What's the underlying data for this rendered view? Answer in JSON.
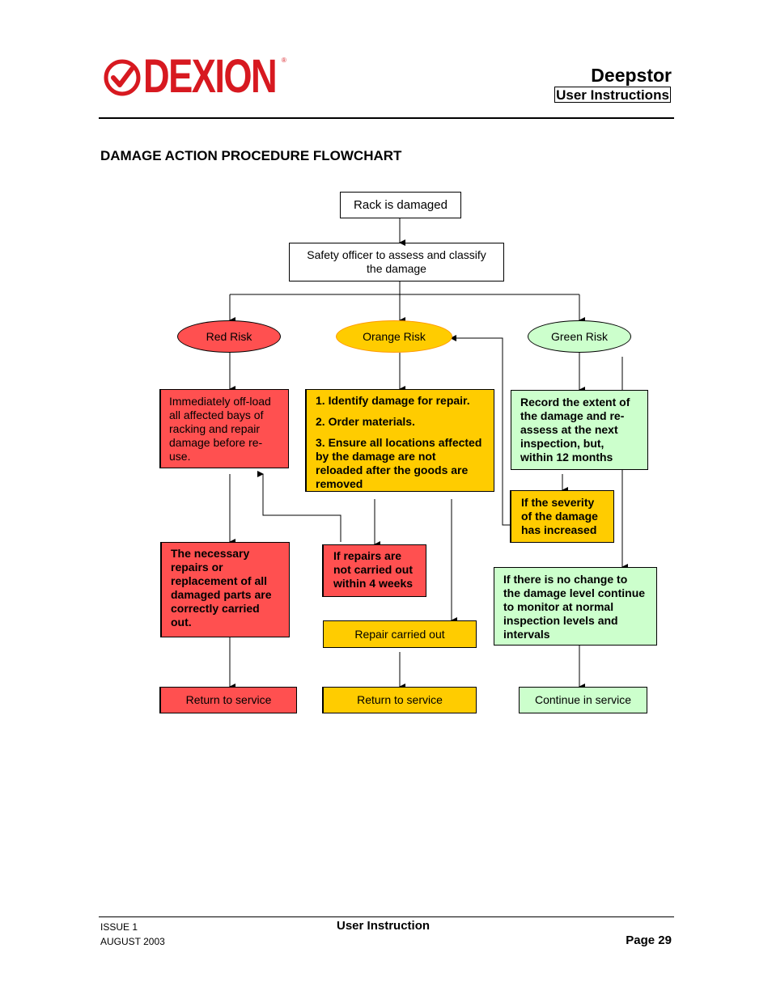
{
  "header": {
    "logo_text": "DEXION",
    "logo_reg": "®",
    "title": "Deepstor",
    "subtitle": "User Instructions"
  },
  "colors": {
    "brand": "#d71920",
    "red_risk": "#ff5050",
    "orange_risk": "#ffcc00",
    "green_risk": "#ccffcc"
  },
  "section_heading": "DAMAGE ACTION PROCEDURE FLOWCHART",
  "flowchart": {
    "start": "Rack is damaged",
    "assess": "Safety officer to assess and classify the damage",
    "red_risk": "Red Risk",
    "orange_risk": "Orange Risk",
    "green_risk": "Green Risk",
    "red_action": "Immediately off-load all affected bays of racking and repair damage before re-use.",
    "orange_step1": "1. Identify damage for repair.",
    "orange_step2": "2. Order materials.",
    "orange_step3": "3. Ensure all locations affected by the damage are not reloaded after the goods are removed",
    "green_action": "Record the extent of the damage and re-assess at the next inspection, but, within 12 months",
    "severity_increased": "If the severity of the damage has increased",
    "red_repairs": "The necessary repairs or replacement of all damaged parts are correctly carried out.",
    "not_repaired": "If repairs are not carried out within 4 weeks",
    "repair_done": "Repair carried out",
    "no_change": "If there is no change to the damage level continue to monitor at normal inspection levels and intervals",
    "red_end": "Return to service",
    "orange_end": "Return to service",
    "green_end": "Continue in service"
  },
  "footer": {
    "issue": "ISSUE 1",
    "date": "AUGUST 2003",
    "center": "User Instruction",
    "page": "Page 29"
  }
}
